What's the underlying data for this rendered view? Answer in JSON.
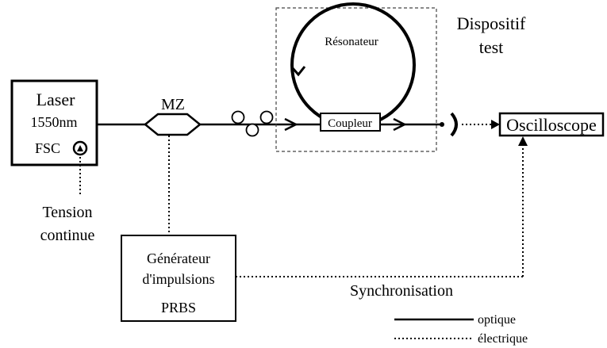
{
  "laser": {
    "line1": "Laser",
    "line2": "1550nm",
    "fsc": "FSC"
  },
  "tension": {
    "line1": "Tension",
    "line2": "continue"
  },
  "modulator": {
    "label": "MZ"
  },
  "device": {
    "title_line1": "Dispositif",
    "title_line2": "test",
    "resonator": "Résonateur",
    "coupler": "Coupleur"
  },
  "oscilloscope": {
    "label": "Oscilloscope"
  },
  "generator": {
    "line1": "Générateur",
    "line2": "d'impulsions",
    "line3": "PRBS"
  },
  "sync": {
    "label": "Synchronisation"
  },
  "legend": {
    "optical": "optique",
    "electrical": "électrique"
  }
}
